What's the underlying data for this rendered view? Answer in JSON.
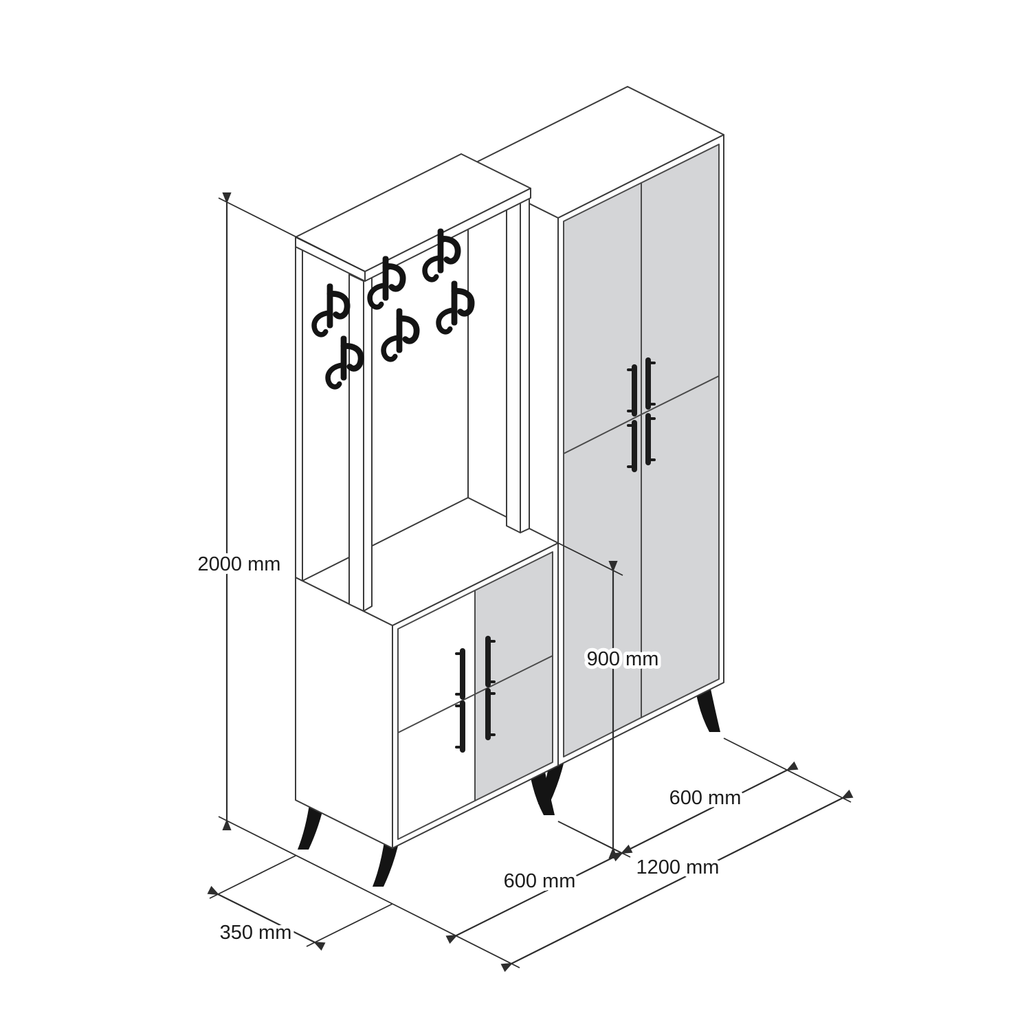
{
  "diagram": {
    "dimensions": {
      "total_height": "2000 mm",
      "lower_cabinet_height": "900 mm",
      "left_cabinet_width": "600 mm",
      "right_cabinet_width": "600 mm",
      "total_width": "1200 mm",
      "depth": "350 mm"
    },
    "colors": {
      "background": "#ffffff",
      "outline": "#3b3b3b",
      "door_gray": "#d4d5d7",
      "door_white": "#ffffff",
      "hardware_black": "#141414",
      "dimension_line": "#2e2e2e",
      "label_text": "#1c1c1c"
    }
  }
}
